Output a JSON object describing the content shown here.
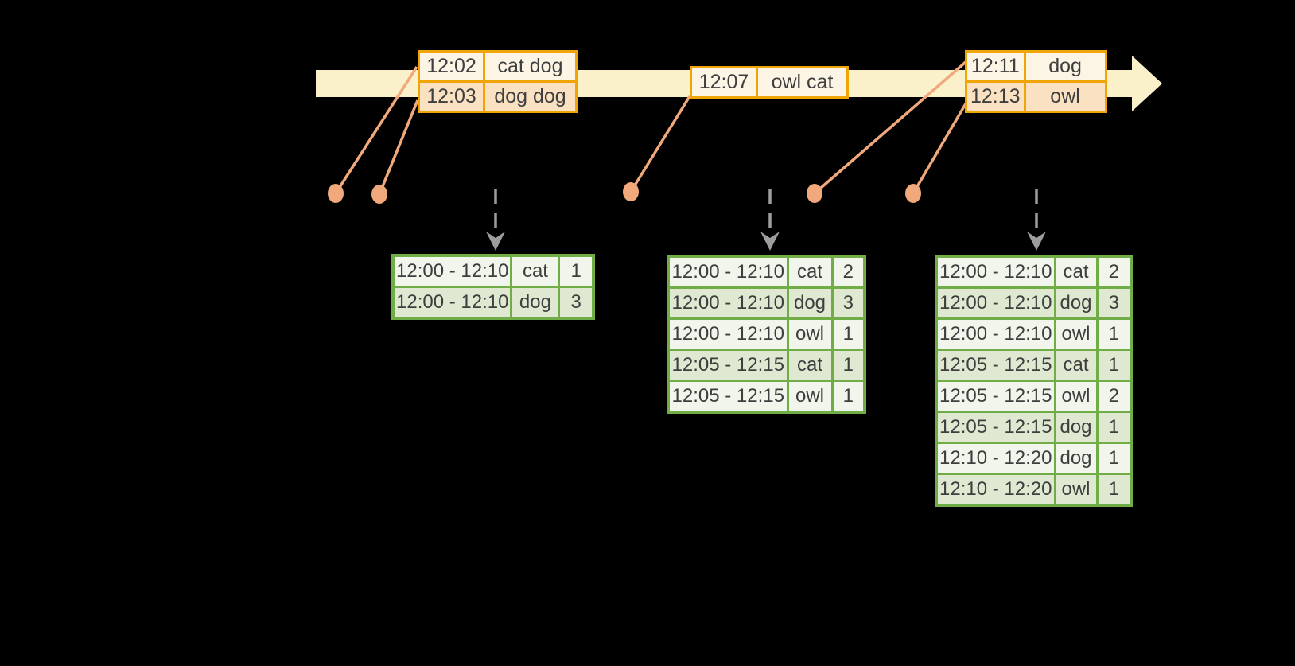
{
  "colors": {
    "background": "#000000",
    "timeline_band": "#FAF1CB",
    "event_border": "#EFA506",
    "event_row_dark": "#FAE1C2",
    "event_row_light": "#FCF4E4",
    "connector": "#F1A97B",
    "result_border": "#70AD47",
    "result_row_dark": "#DFE9D2",
    "result_row_light": "#F1F5EC",
    "trigger_arrow": "#9D9D9D",
    "text": "#3E3E3E"
  },
  "event_tables": [
    {
      "rows": [
        {
          "time": "12:02",
          "words": "cat dog"
        },
        {
          "time": "12:03",
          "words": "dog dog"
        }
      ]
    },
    {
      "rows": [
        {
          "time": "12:07",
          "words": "owl cat"
        }
      ]
    },
    {
      "rows": [
        {
          "time": "12:11",
          "words": "dog"
        },
        {
          "time": "12:13",
          "words": "owl"
        }
      ]
    }
  ],
  "result_tables": [
    {
      "rows": [
        {
          "window": "12:00 - 12:10",
          "word": "cat",
          "count": 1
        },
        {
          "window": "12:00 - 12:10",
          "word": "dog",
          "count": 3
        }
      ]
    },
    {
      "rows": [
        {
          "window": "12:00 - 12:10",
          "word": "cat",
          "count": 2
        },
        {
          "window": "12:00 - 12:10",
          "word": "dog",
          "count": 3
        },
        {
          "window": "12:00 - 12:10",
          "word": "owl",
          "count": 1
        },
        {
          "window": "12:05 - 12:15",
          "word": "cat",
          "count": 1
        },
        {
          "window": "12:05 - 12:15",
          "word": "owl",
          "count": 1
        }
      ]
    },
    {
      "rows": [
        {
          "window": "12:00 - 12:10",
          "word": "cat",
          "count": 2
        },
        {
          "window": "12:00 - 12:10",
          "word": "dog",
          "count": 3
        },
        {
          "window": "12:00 - 12:10",
          "word": "owl",
          "count": 1
        },
        {
          "window": "12:05 - 12:15",
          "word": "cat",
          "count": 1
        },
        {
          "window": "12:05 - 12:15",
          "word": "owl",
          "count": 2
        },
        {
          "window": "12:05 - 12:15",
          "word": "dog",
          "count": 1
        },
        {
          "window": "12:10 - 12:20",
          "word": "dog",
          "count": 1
        },
        {
          "window": "12:10 - 12:20",
          "word": "owl",
          "count": 1
        }
      ]
    }
  ]
}
